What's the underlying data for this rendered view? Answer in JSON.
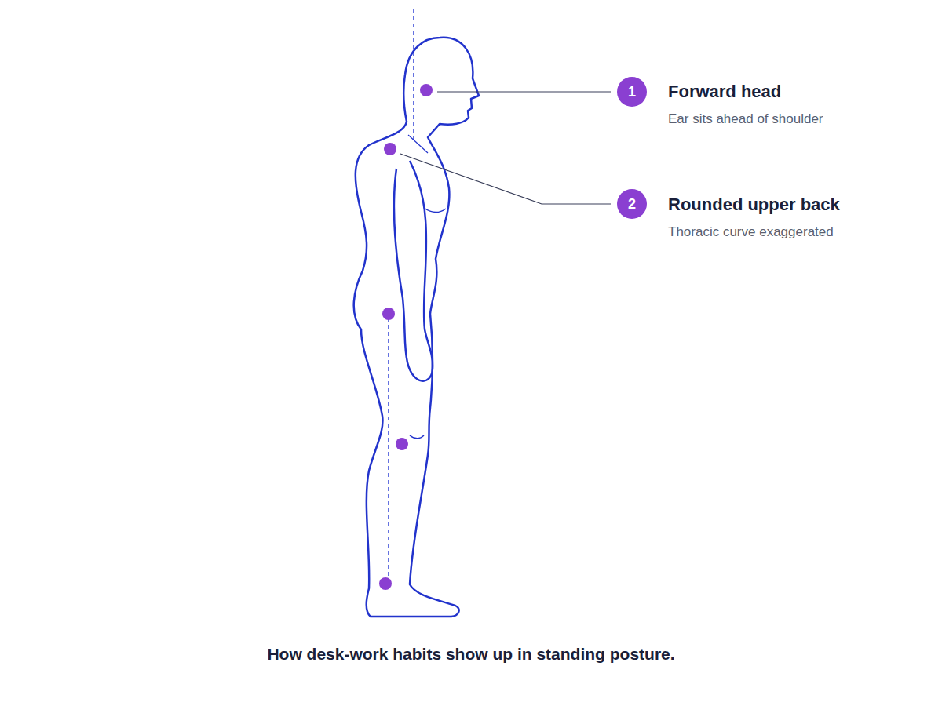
{
  "diagram": {
    "caption": "How desk-work habits show up in standing posture.",
    "nodes": [
      {
        "text": [
          "1"
        ]
      },
      {
        "text": [
          "2"
        ]
      }
    ],
    "labels": [
      "Forward head",
      "Ear sits ahead of shoulder",
      "Rounded upper back",
      "Thoracic curve exaggerated"
    ]
  }
}
